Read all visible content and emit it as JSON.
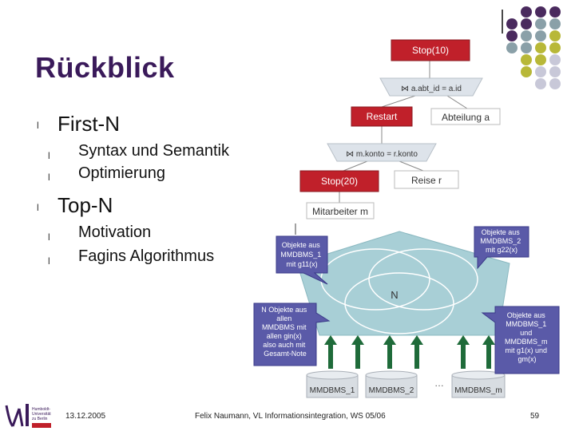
{
  "title": "Rückblick",
  "bullets": [
    {
      "text": "First-N",
      "sub": [
        "Syntax und Semantik",
        "Optimierung"
      ]
    },
    {
      "text": "Top-N",
      "sub": [
        "Motivation",
        "Fagins Algorithmus"
      ]
    }
  ],
  "tree": {
    "stop10": "Stop(10)",
    "join": "⋈ a.abt_id = a.id",
    "restart": "Restart",
    "abteilung": "Abteilung a",
    "join2": "⋈ m.konto = r.konto",
    "stop20": "Stop(20)",
    "reise": "Reise r",
    "mitarbeiter": "Mitarbeiter m"
  },
  "fagin": {
    "callout_g11": "Objekte aus MMDBMS_1 mit g11(x)",
    "callout_g22": "Objekte aus MMDBMS_2 mit g22(x)",
    "callout_n": "N Objekte aus allen MMDBMS mit allen gin(x) also auch mit Gesamt-Note",
    "callout_right": "Objekte aus MMDBMS_1 und MMDBMS_m mit g1(x) und gm(x)",
    "n_label": "N",
    "db1": "MMDBMS_1",
    "db2": "MMDBMS_2",
    "dbm": "MMDBMS_m",
    "ellipsis": "…"
  },
  "footer": {
    "date": "13.12.2005",
    "author": "Felix Naumann, VL Informationsintegration, WS 05/06",
    "page": "59"
  },
  "colors": {
    "title": "#3a1a5a",
    "box_red": "#c0202a",
    "callout_blue": "#5a5aa8",
    "pentagon": "#a8cfd6",
    "arrow_green": "#1f6b3a",
    "dot_purple": "#4a2a5e",
    "dot_gray": "#8aa0a8",
    "dot_olive": "#b8b838",
    "dot_light": "#c8c8d8"
  }
}
